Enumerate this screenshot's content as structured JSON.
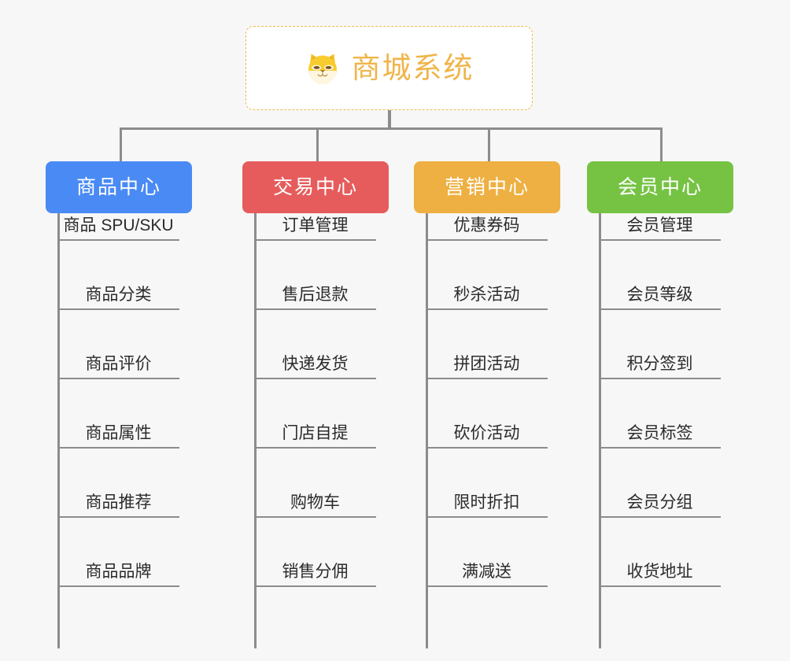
{
  "root": {
    "title": "商城系统",
    "icon": "shiba-dog-icon",
    "border_color": "#efb94e",
    "text_color": "#efb54a",
    "background": "#ffffff"
  },
  "canvas": {
    "background": "#f7f7f7",
    "connector_color": "#8c8c8c"
  },
  "columns": [
    {
      "header": "商品中心",
      "color": "#4a8af4",
      "items": [
        "商品 SPU/SKU",
        "商品分类",
        "商品评价",
        "商品属性",
        "商品推荐",
        "商品品牌"
      ]
    },
    {
      "header": "交易中心",
      "color": "#e65c5c",
      "items": [
        "订单管理",
        "售后退款",
        "快递发货",
        "门店自提",
        "购物车",
        "销售分佣"
      ]
    },
    {
      "header": "营销中心",
      "color": "#eeb042",
      "items": [
        "优惠券码",
        "秒杀活动",
        "拼团活动",
        "砍价活动",
        "限时折扣",
        "满减送"
      ]
    },
    {
      "header": "会员中心",
      "color": "#76c344",
      "items": [
        "会员管理",
        "会员等级",
        "积分签到",
        "会员标签",
        "会员分组",
        "收货地址"
      ]
    }
  ]
}
